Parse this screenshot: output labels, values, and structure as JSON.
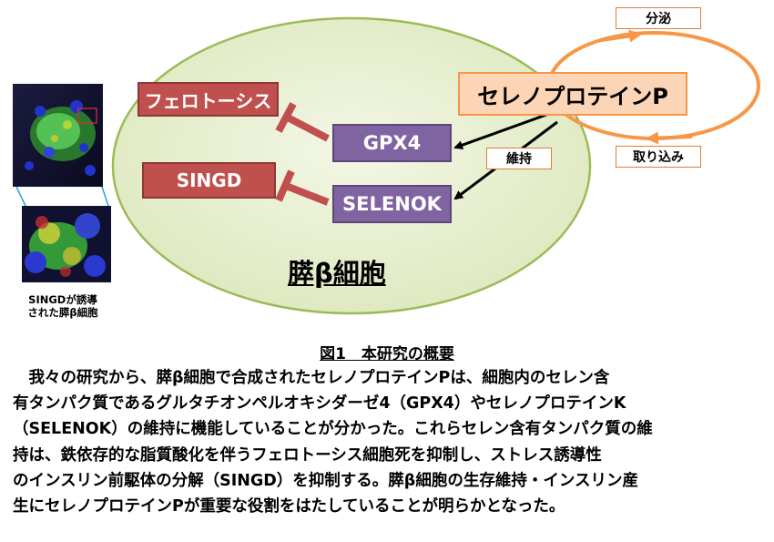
{
  "diagram": {
    "cell_label": "膵β細胞",
    "ferroptosis": "フェロトーシス",
    "singd": "SINGD",
    "gpx4": "GPX4",
    "selenok": "SELENOK",
    "selenoprotein_p": "セレノプロテインP",
    "secretion": "分泌",
    "uptake": "取り込み",
    "maintenance": "維持",
    "image_label_line1": "SINGDが誘導",
    "image_label_line2": "された膵β細胞"
  },
  "caption": "図1　本研究の概要",
  "body_lines": [
    "　我々の研究から、膵β細胞で合成されたセレノプロテインPは、細胞内のセレン含",
    "有タンパク質であるグルタチオンペルオキシダーゼ4（GPX4）やセレノプロテインK",
    "（SELENOK）の維持に機能していることが分かった。これらセレン含有タンパク質の維",
    "持は、鉄依存的な脂質酸化を伴うフェロトーシス細胞死を抑制し、ストレス誘導性",
    "のインスリン前駆体の分解（SINGD）を抑制する。膵β細胞の生存維持・インスリン産",
    "生にセレノプロテインPが重要な役割をはたしていることが明らかとなった。"
  ],
  "colors": {
    "ellipse_fill": "#e8f0d0",
    "ellipse_stroke": "#9bbb59",
    "red_box": "#c0504d",
    "inhibit_bar": "#c0504d",
    "purple_box": "#8064a2",
    "orange": "#f79646",
    "seleno_fill": "#fbd5b5"
  },
  "icons": {
    "microscope_large": "fluorescence-micrograph",
    "microscope_small": "fluorescence-micrograph-zoom"
  }
}
